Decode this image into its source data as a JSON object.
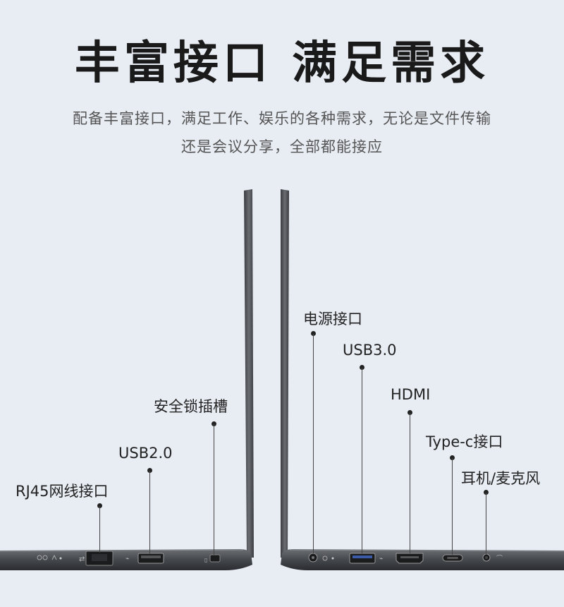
{
  "headline": "丰富接口 满足需求",
  "subtitle": {
    "line1": "配备丰富接口，满足工作、娱乐的各种需求，无论是文件传输",
    "line2": "还是会议分享，全部都能接应"
  },
  "left_side": {
    "ports": [
      {
        "label": "RJ45网线接口"
      },
      {
        "label": "USB2.0"
      },
      {
        "label": "安全锁插槽"
      }
    ]
  },
  "right_side": {
    "ports": [
      {
        "label": "电源接口"
      },
      {
        "label": "USB3.0"
      },
      {
        "label": "HDMI"
      },
      {
        "label": "Type-c接口"
      },
      {
        "label": "耳机/麦克风"
      }
    ]
  }
}
